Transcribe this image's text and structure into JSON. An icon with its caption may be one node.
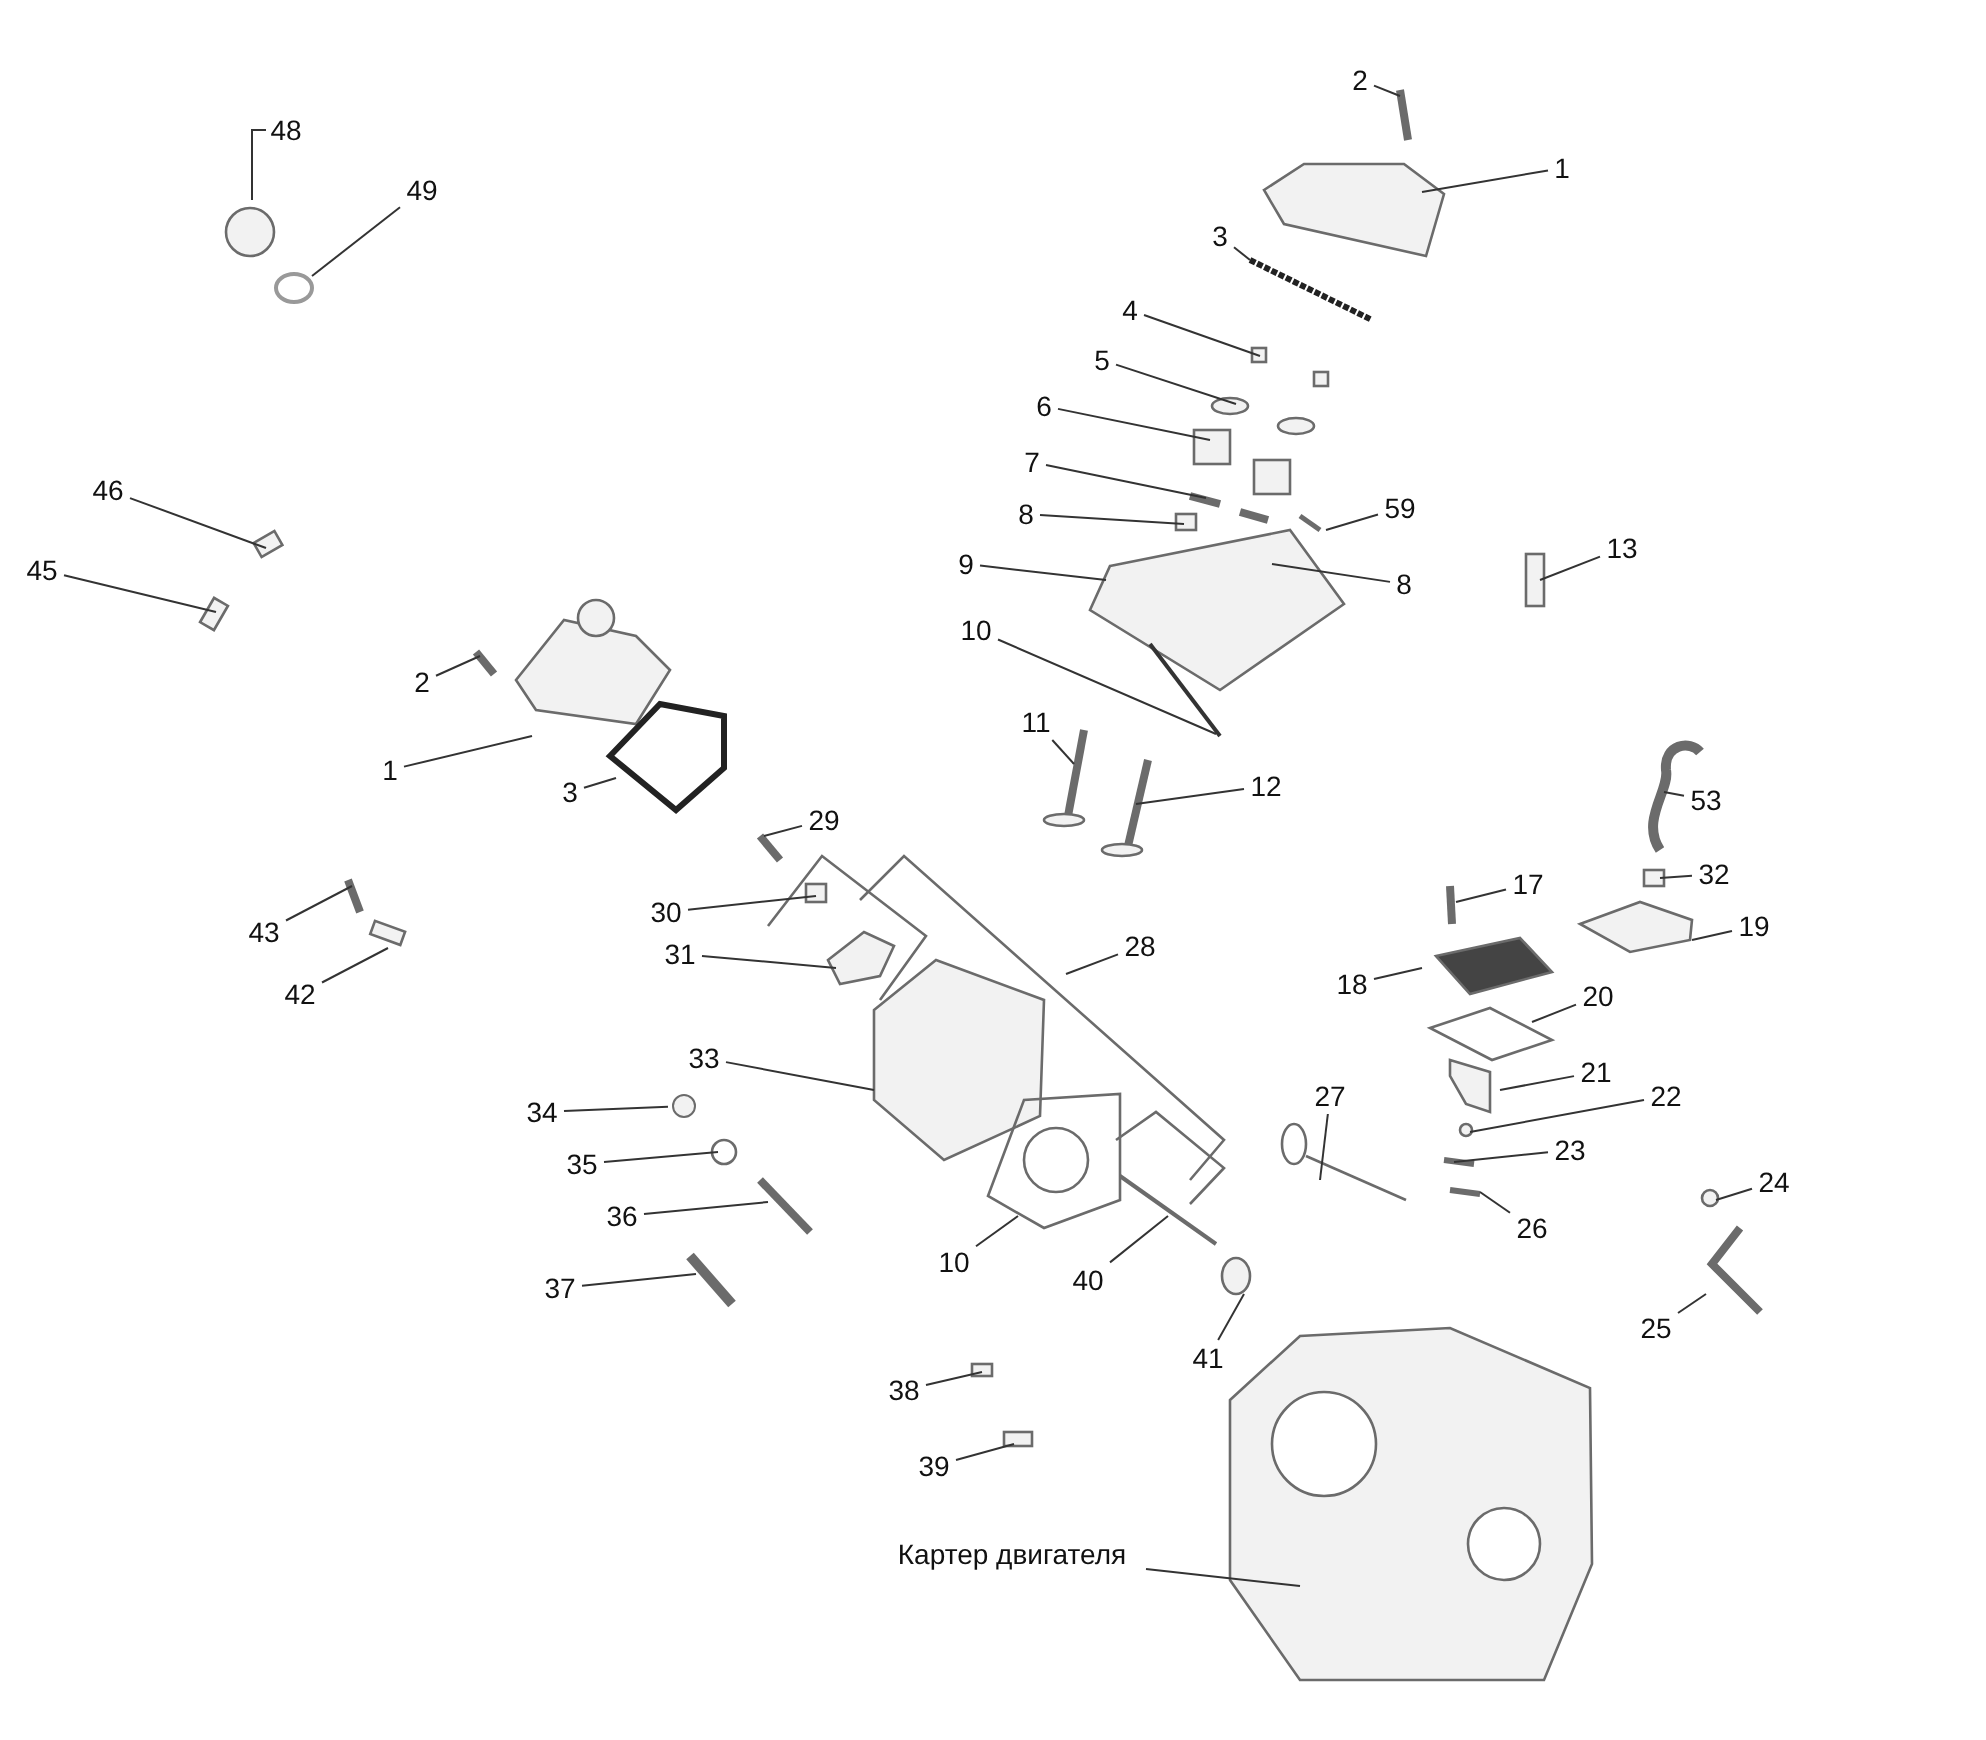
{
  "diagram": {
    "nodes": [
      {
        "text": [
          "48"
        ]
      },
      {
        "text": [
          "49"
        ]
      },
      {
        "text": [
          "46"
        ]
      },
      {
        "text": [
          "45"
        ]
      },
      {
        "text": [
          "2"
        ]
      },
      {
        "text": [
          "1"
        ]
      },
      {
        "text": [
          "3"
        ]
      },
      {
        "text": [
          "4"
        ]
      },
      {
        "text": [
          "5"
        ]
      },
      {
        "text": [
          "6"
        ]
      },
      {
        "text": [
          "7"
        ]
      },
      {
        "text": [
          "8"
        ]
      },
      {
        "text": [
          "59"
        ]
      },
      {
        "text": [
          "9"
        ]
      },
      {
        "text": [
          "8"
        ]
      },
      {
        "text": [
          "13"
        ]
      },
      {
        "text": [
          "10"
        ]
      },
      {
        "text": [
          "11"
        ]
      },
      {
        "text": [
          "12"
        ]
      },
      {
        "text": [
          "2"
        ]
      },
      {
        "text": [
          "1"
        ]
      },
      {
        "text": [
          "3"
        ]
      },
      {
        "text": [
          "29"
        ]
      },
      {
        "text": [
          "30"
        ]
      },
      {
        "text": [
          "31"
        ]
      },
      {
        "text": [
          "28"
        ]
      },
      {
        "text": [
          "43"
        ]
      },
      {
        "text": [
          "42"
        ]
      },
      {
        "text": [
          "33"
        ]
      },
      {
        "text": [
          "34"
        ]
      },
      {
        "text": [
          "35"
        ]
      },
      {
        "text": [
          "36"
        ]
      },
      {
        "text": [
          "37"
        ]
      },
      {
        "text": [
          "10"
        ]
      },
      {
        "text": [
          "40"
        ]
      },
      {
        "text": [
          "41"
        ]
      },
      {
        "text": [
          "38"
        ]
      },
      {
        "text": [
          "39"
        ]
      },
      {
        "text": [
          "Картер двигателя"
        ]
      },
      {
        "text": [
          "17"
        ]
      },
      {
        "text": [
          "53"
        ]
      },
      {
        "text": [
          "32"
        ]
      },
      {
        "text": [
          "19"
        ]
      },
      {
        "text": [
          "18"
        ]
      },
      {
        "text": [
          "20"
        ]
      },
      {
        "text": [
          "21"
        ]
      },
      {
        "text": [
          "22"
        ]
      },
      {
        "text": [
          "23"
        ]
      },
      {
        "text": [
          "26"
        ]
      },
      {
        "text": [
          "27"
        ]
      },
      {
        "text": [
          "24"
        ]
      },
      {
        "text": [
          "25"
        ]
      },
      {
        "text": [],
        "shape": "circle"
      }
    ],
    "edges": [
      {
        "from": 0,
        "to": null,
        "arrow": "none"
      },
      {
        "from": 1,
        "to": null,
        "arrow": "none"
      },
      {
        "from": 2,
        "to": null,
        "arrow": "none"
      },
      {
        "from": 3,
        "to": null,
        "arrow": "none"
      },
      {
        "from": 4,
        "to": null,
        "arrow": "none"
      },
      {
        "from": 5,
        "to": null,
        "arrow": "none"
      },
      {
        "from": 6,
        "to": null,
        "arrow": "none"
      },
      {
        "from": 7,
        "to": null,
        "arrow": "none"
      },
      {
        "from": 8,
        "to": null,
        "arrow": "none"
      },
      {
        "from": 9,
        "to": null,
        "arrow": "none"
      },
      {
        "from": 10,
        "to": null,
        "arrow": "none"
      },
      {
        "from": 11,
        "to": null,
        "arrow": "none"
      },
      {
        "from": 12,
        "to": null,
        "arrow": "none"
      },
      {
        "from": 13,
        "to": null,
        "arrow": "none"
      },
      {
        "from": 14,
        "to": null,
        "arrow": "none"
      },
      {
        "from": 15,
        "to": null,
        "arrow": "none"
      },
      {
        "from": 16,
        "to": null,
        "arrow": "none"
      },
      {
        "from": 17,
        "to": null,
        "arrow": "none"
      },
      {
        "from": 18,
        "to": null,
        "arrow": "none"
      },
      {
        "from": 19,
        "to": null,
        "arrow": "none"
      },
      {
        "from": 20,
        "to": null,
        "arrow": "none"
      },
      {
        "from": 21,
        "to": null,
        "arrow": "none"
      },
      {
        "from": 22,
        "to": null,
        "arrow": "none"
      },
      {
        "from": 23,
        "to": null,
        "arrow": "none"
      },
      {
        "from": 24,
        "to": null,
        "arrow": "none"
      },
      {
        "from": 25,
        "to": null,
        "arrow": "none"
      },
      {
        "from": 26,
        "to": null,
        "arrow": "none"
      },
      {
        "from": 27,
        "to": null,
        "arrow": "none"
      },
      {
        "from": 28,
        "to": null,
        "arrow": "none"
      },
      {
        "from": 29,
        "to": 52,
        "arrow": "none"
      },
      {
        "from": 30,
        "to": null,
        "arrow": "none"
      },
      {
        "from": 31,
        "to": null,
        "arrow": "none"
      },
      {
        "from": 32,
        "to": null,
        "arrow": "none"
      },
      {
        "from": 33,
        "to": null,
        "arrow": "none"
      },
      {
        "from": 34,
        "to": null,
        "arrow": "none"
      },
      {
        "from": 35,
        "to": null,
        "arrow": "none"
      },
      {
        "from": 36,
        "to": null,
        "arrow": "none"
      },
      {
        "from": 37,
        "to": null,
        "arrow": "none"
      },
      {
        "from": 38,
        "to": null,
        "arrow": "none"
      },
      {
        "from": 39,
        "to": null,
        "arrow": "none"
      },
      {
        "from": 40,
        "to": null,
        "arrow": "none"
      },
      {
        "from": 41,
        "to": null,
        "arrow": "none"
      },
      {
        "from": 42,
        "to": null,
        "arrow": "none"
      },
      {
        "from": 43,
        "to": null,
        "arrow": "none"
      },
      {
        "from": 44,
        "to": null,
        "arrow": "none"
      },
      {
        "from": 45,
        "to": null,
        "arrow": "none"
      },
      {
        "from": 46,
        "to": null,
        "arrow": "none"
      },
      {
        "from": 47,
        "to": null,
        "arrow": "none"
      },
      {
        "from": 48,
        "to": null,
        "arrow": "none"
      },
      {
        "from": 49,
        "to": null,
        "arrow": "none"
      },
      {
        "from": 50,
        "to": null,
        "arrow": "none"
      },
      {
        "from": 51,
        "to": null,
        "arrow": "none"
      }
    ]
  }
}
